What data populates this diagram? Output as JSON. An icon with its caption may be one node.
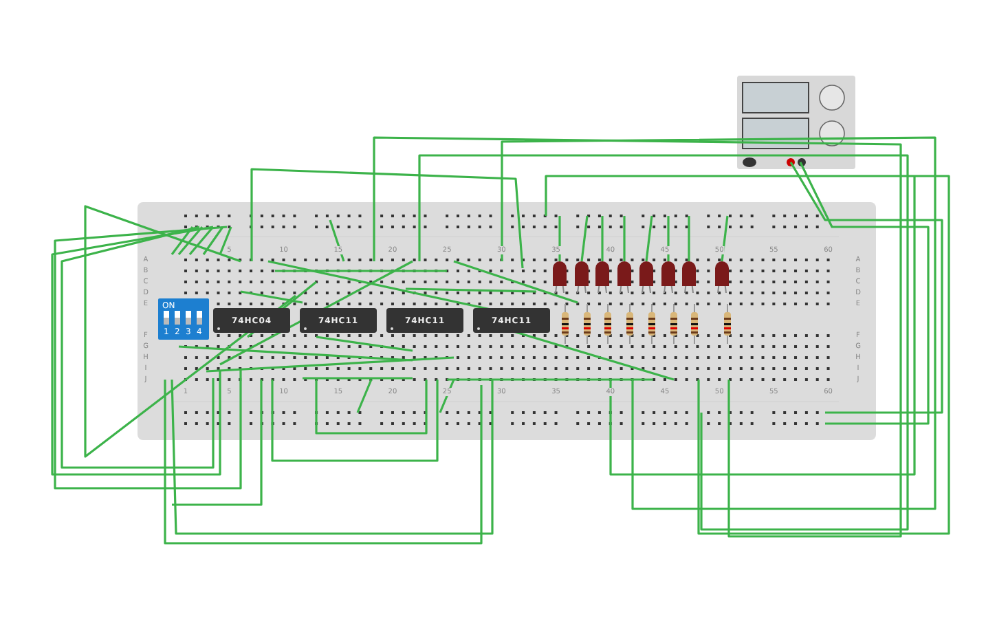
{
  "diagram": {
    "nodes": [
      {
        "text": [
          "ON",
          "1",
          "2",
          "3",
          "4"
        ]
      },
      {
        "text": [
          "74HC04"
        ]
      },
      {
        "text": [
          "74HC11"
        ]
      },
      {
        "text": [
          "74HC11"
        ]
      },
      {
        "text": [
          "74HC11"
        ]
      }
    ],
    "labels": [
      "5",
      "10",
      "15",
      "20",
      "25",
      "30",
      "35",
      "40",
      "45",
      "50",
      "55",
      "60",
      "A",
      "B",
      "C",
      "D",
      "E",
      "F",
      "G",
      "H",
      "I",
      "J",
      "A",
      "B",
      "C",
      "D",
      "E",
      "F",
      "G",
      "H",
      "I",
      "J",
      "1",
      "5",
      "10",
      "15",
      "20",
      "25",
      "30",
      "35",
      "40",
      "45",
      "50",
      "55",
      "60"
    ]
  }
}
